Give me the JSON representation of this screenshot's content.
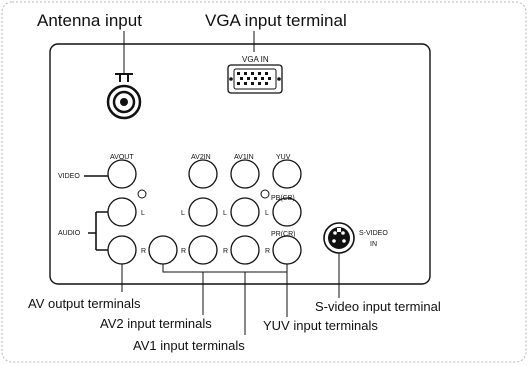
{
  "callouts": {
    "antenna_input": "Antenna input",
    "vga_input_terminal": "VGA input terminal",
    "av_output_terminals": "AV output terminals",
    "av2_input_terminals": "AV2 input terminals",
    "av1_input_terminals": "AV1 input terminals",
    "yuv_input_terminals": "YUV input terminals",
    "svideo_input_terminal": "S-video  input terminal"
  },
  "panel_labels": {
    "vga_in": "VGA IN",
    "av_out": "AVOUT",
    "av2_in": "AV2IN",
    "av1_in": "AV1IN",
    "yuv": "YUV",
    "video": "VIDEO",
    "audio": "AUDIO",
    "svideo_line1": "S-VIDEO",
    "svideo_line2": "IN",
    "pb": "PB(CB)",
    "pr": "PR(CR)",
    "left": "L",
    "right": "R"
  }
}
